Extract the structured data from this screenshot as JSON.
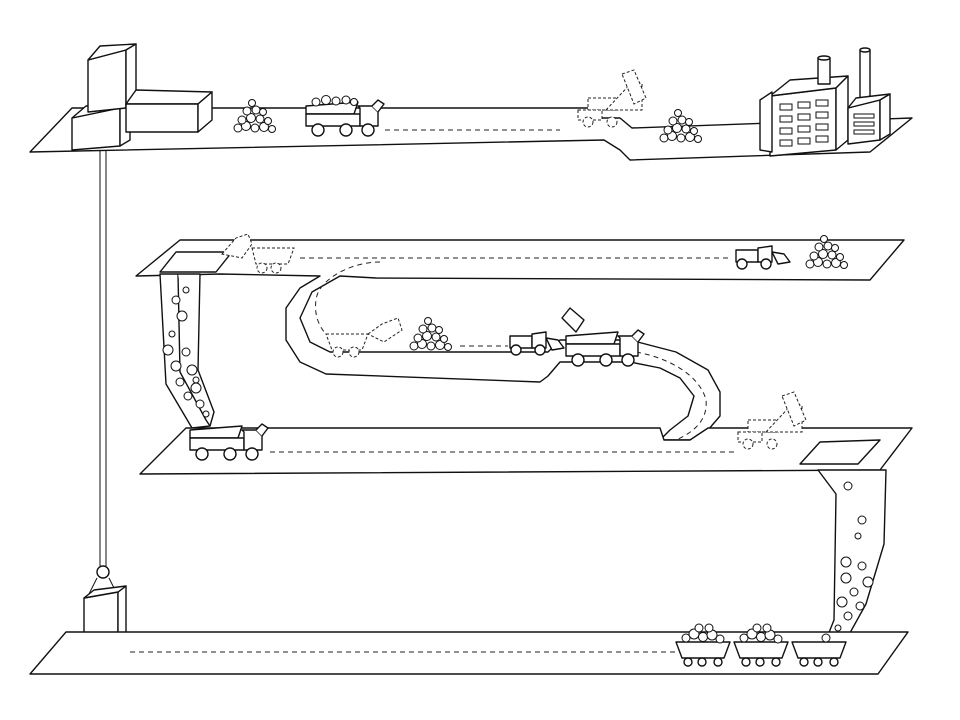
{
  "diagram": {
    "kind": "mining-process-illustration",
    "levels": [
      "surface",
      "upper-haulage-level",
      "ramp",
      "middle-haulage-level",
      "bottom-rail-level"
    ],
    "elements": [
      "headframe",
      "hoist-cable",
      "skip",
      "ore-pile",
      "haul-truck",
      "loader",
      "ore-pass",
      "rail-cars",
      "processing-plant"
    ],
    "colors": {
      "line": "#111111",
      "fill": "#ffffff"
    }
  }
}
